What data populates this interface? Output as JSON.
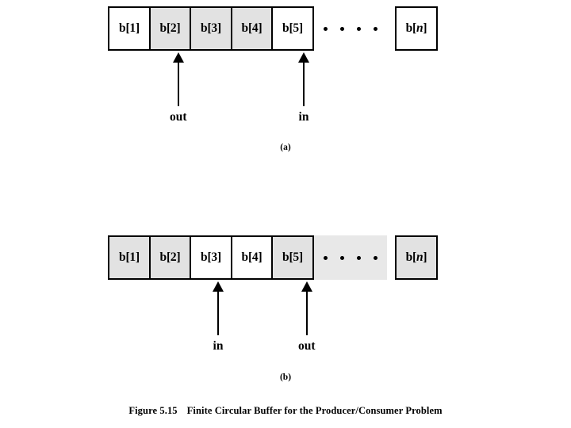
{
  "figure": {
    "caption_number": "Figure 5.15",
    "caption_title": "Finite Circular Buffer for the Producer/Consumer Problem"
  },
  "diagrams": [
    {
      "id": "a",
      "sub_caption": "(a)",
      "cells": [
        {
          "label_prefix": "b[",
          "label_index": "1",
          "label_suffix": "]",
          "label": "b[1]",
          "filled": false,
          "italic_index": false
        },
        {
          "label_prefix": "b[",
          "label_index": "2",
          "label_suffix": "]",
          "label": "b[2]",
          "filled": true,
          "italic_index": false
        },
        {
          "label_prefix": "b[",
          "label_index": "3",
          "label_suffix": "]",
          "label": "b[3]",
          "filled": true,
          "italic_index": false
        },
        {
          "label_prefix": "b[",
          "label_index": "4",
          "label_suffix": "]",
          "label": "b[4]",
          "filled": true,
          "italic_index": false
        },
        {
          "label_prefix": "b[",
          "label_index": "5",
          "label_suffix": "]",
          "label": "b[5]",
          "filled": false,
          "italic_index": false
        },
        {
          "label": "",
          "filled": false,
          "gap": true,
          "dots": 4
        },
        {
          "label_prefix": "b[",
          "label_index": "n",
          "label_suffix": "]",
          "label": "b[n]",
          "filled": false,
          "italic_index": true,
          "detached": true
        }
      ],
      "pointers": [
        {
          "label": "out",
          "target_cell": "b[2]"
        },
        {
          "label": "in",
          "target_cell": "b[5]"
        }
      ]
    },
    {
      "id": "b",
      "sub_caption": "(b)",
      "cells": [
        {
          "label_prefix": "b[",
          "label_index": "1",
          "label_suffix": "]",
          "label": "b[1]",
          "filled": true,
          "italic_index": false
        },
        {
          "label_prefix": "b[",
          "label_index": "2",
          "label_suffix": "]",
          "label": "b[2]",
          "filled": true,
          "italic_index": false
        },
        {
          "label_prefix": "b[",
          "label_index": "3",
          "label_suffix": "]",
          "label": "b[3]",
          "filled": false,
          "italic_index": false
        },
        {
          "label_prefix": "b[",
          "label_index": "4",
          "label_suffix": "]",
          "label": "b[4]",
          "filled": false,
          "italic_index": false
        },
        {
          "label_prefix": "b[",
          "label_index": "5",
          "label_suffix": "]",
          "label": "b[5]",
          "filled": true,
          "italic_index": false
        },
        {
          "label": "",
          "filled": true,
          "gap": true,
          "dots": 4
        },
        {
          "label_prefix": "b[",
          "label_index": "n",
          "label_suffix": "]",
          "label": "b[n]",
          "filled": true,
          "italic_index": true,
          "detached": true
        }
      ],
      "pointers": [
        {
          "label": "in",
          "target_cell": "b[3]"
        },
        {
          "label": "out",
          "target_cell": "b[5]"
        }
      ]
    }
  ],
  "colors": {
    "filled_cell": "#e2e2e2",
    "gap_fill": "#e8e8e8",
    "stroke": "#000000",
    "background": "#ffffff"
  }
}
